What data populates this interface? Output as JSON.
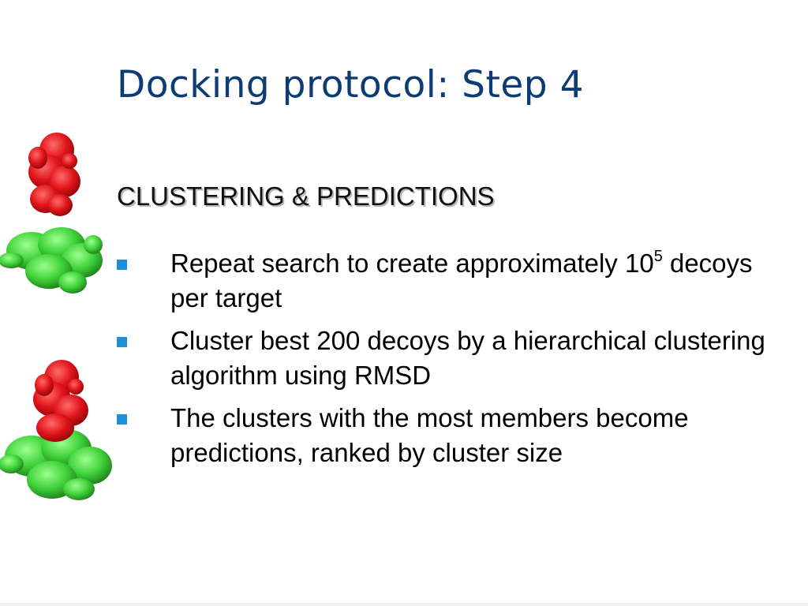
{
  "slide": {
    "title": "Docking protocol: Step 4",
    "subtitle": "CLUSTERING & PREDICTIONS",
    "bullets": [
      {
        "text_before": "Repeat search to create approximately 10",
        "superscript": "5",
        "text_after": " decoys per target"
      },
      {
        "text_before": "Cluster best 200 decoys by a hierarchical clustering algorithm using RMSD",
        "superscript": "",
        "text_after": ""
      },
      {
        "text_before": "The clusters with the most members become predictions, ranked by cluster size",
        "superscript": "",
        "text_after": ""
      }
    ]
  },
  "colors": {
    "title": "#0d3b73",
    "bullet_marker": "#1e8fd6",
    "protein_red": "#e0141a",
    "protein_green": "#3fd23a"
  },
  "images": [
    {
      "name": "separated-protein-complex",
      "colors": [
        "red",
        "green"
      ]
    },
    {
      "name": "docked-protein-complex",
      "colors": [
        "red",
        "green"
      ]
    }
  ]
}
